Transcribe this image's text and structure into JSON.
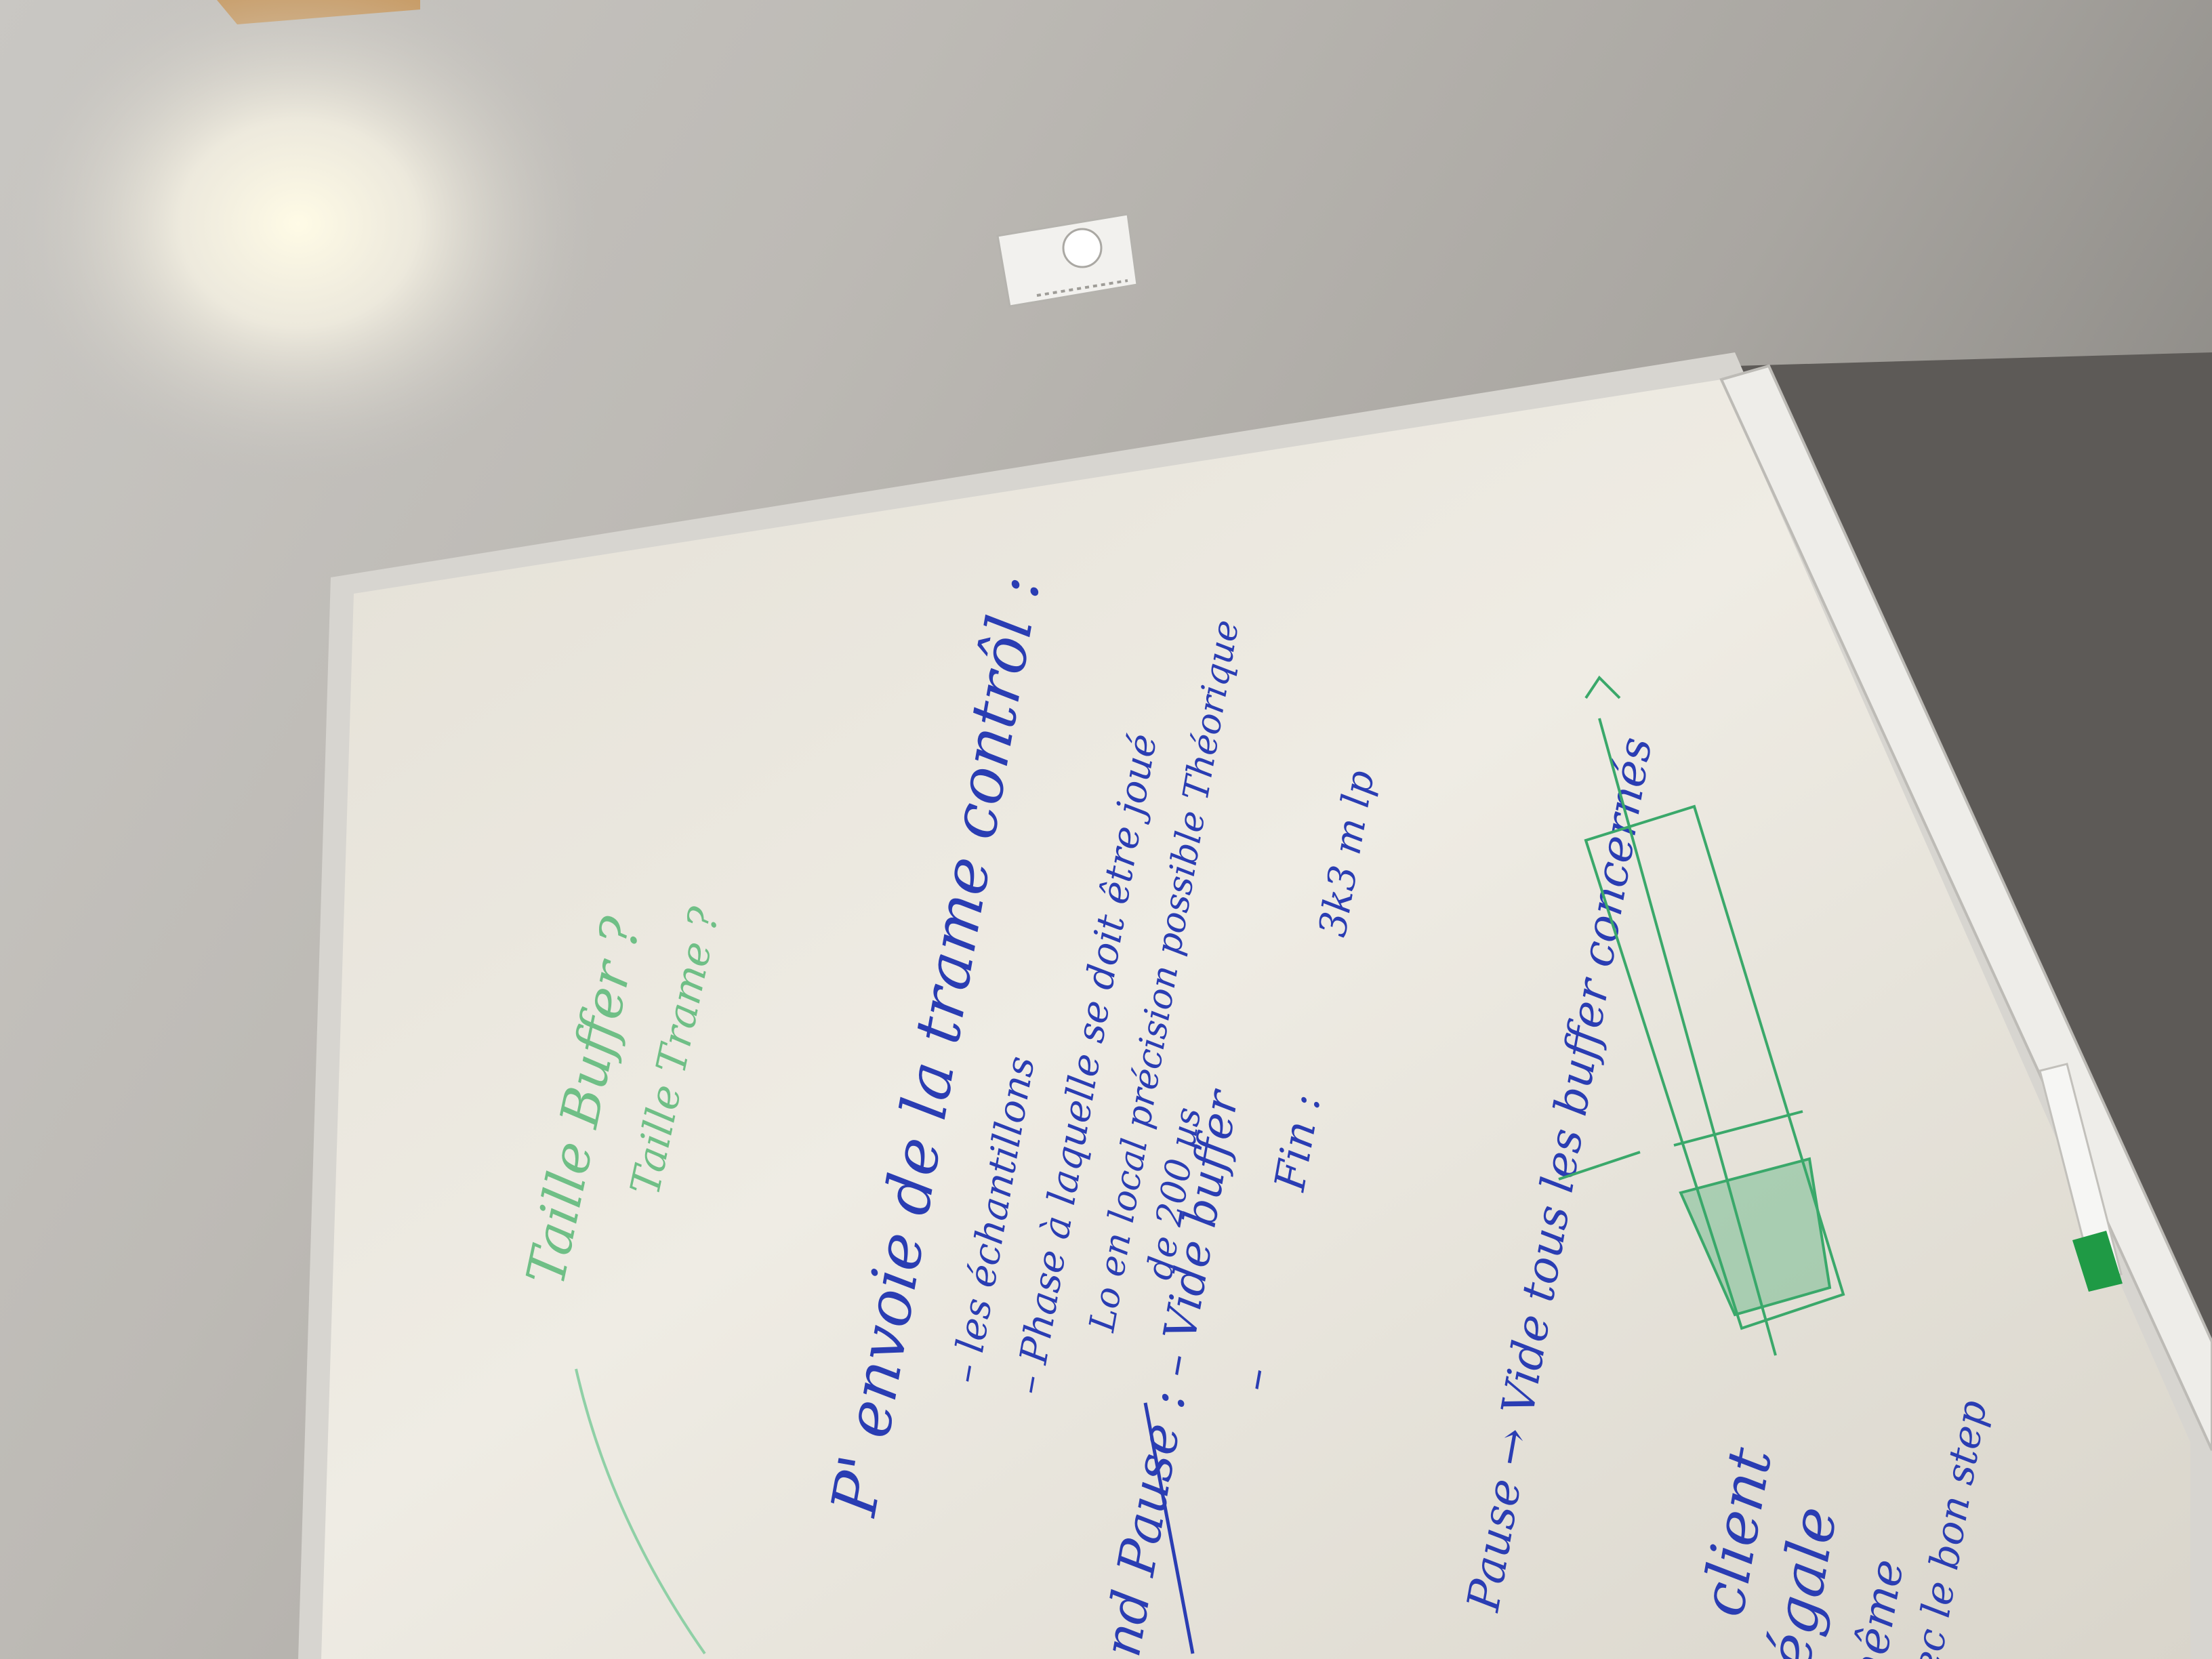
{
  "photo": {
    "subject": "whiteboard",
    "orientation": "rotated 90 degrees counter-clockwise",
    "colors": {
      "wall": "#c8c5c0",
      "shadow_wall": "#5d5a57",
      "board": "#ece8df",
      "frame": "#d7d5d0",
      "marker_blue": "#2a3db3",
      "marker_green": "#3aa86a",
      "light_glow": "#fffbe6"
    }
  },
  "thermostat": {
    "icon": "thermostat-dial-icon"
  },
  "whiteboard": {
    "green_notes": {
      "line1": "Taille Buffer ?",
      "line2": "Taille Trame ?"
    },
    "blue_notes": {
      "heading": "P' envoie de la trame contrôl :",
      "bullet1": "– les échantillons",
      "bullet2": "– Phase à laquelle se doit être joué",
      "bullet3": "Lo en local précision possible Théorique",
      "bullet3b": "de 200 µs",
      "fin_label": "Fin :",
      "fin_value": "3k3 m lp",
      "pause_label": "nd Pause :",
      "pause_item1": "– Vide buffer",
      "pause_item2": "–",
      "pause_arrow": "Pause → Vide tous les buffer concernés",
      "lower1": "client",
      "lower2": "égale",
      "lower3": "même",
      "lower4": "avec le bon step"
    },
    "marker": {
      "icon": "green-marker-icon"
    }
  }
}
